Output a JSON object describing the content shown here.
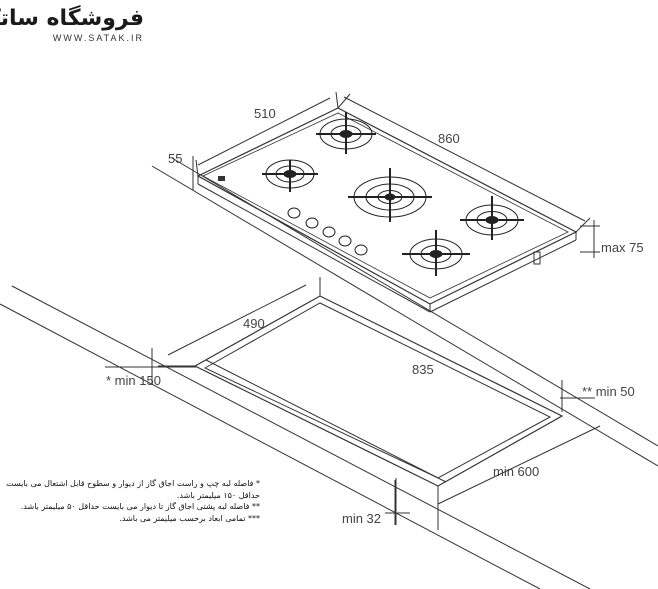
{
  "logo": {
    "brand_fa": "فروشگاه ساتک",
    "site": "WWW.SATAK.IR"
  },
  "dimensions": {
    "depth": "510",
    "width": "860",
    "front_edge": "55",
    "height_max": "max 75",
    "cutout_depth": "490",
    "cutout_width": "835",
    "side_clearance": "* min 150",
    "back_clearance": "** min 50",
    "cabinet_width": "min 600",
    "worktop_thickness": "min 32"
  },
  "notes": [
    "* فاصله لبه چپ و راست اجاق گاز از دیوار و سطوح قابل اشتعال می بایست",
    "حداقل ۱۵۰ میلیمتر باشد.",
    "** فاصله لبه پشتی اجاق گاز تا دیوار می بایست حداقل ۵۰ میلیمتر باشد.",
    "*** تمامی ابعاد برحسب میلیمتر می باشد."
  ]
}
